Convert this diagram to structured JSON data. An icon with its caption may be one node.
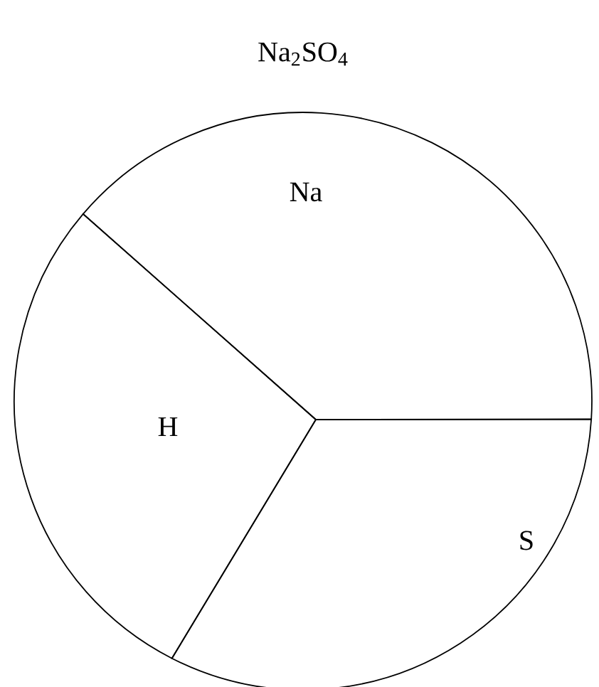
{
  "diagram": {
    "title": "Na$_{2}$SO$_{4}$",
    "nodes": [
      {
        "text": [
          "Na"
        ]
      },
      {
        "text": [
          "H"
        ]
      },
      {
        "text": [
          "S"
        ]
      }
    ]
  }
}
